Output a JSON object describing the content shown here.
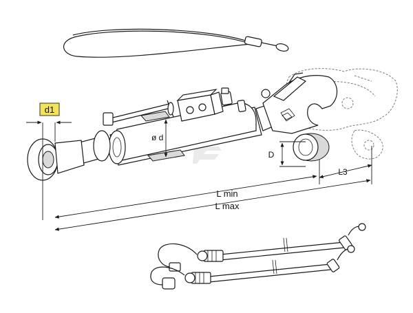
{
  "diagram": {
    "labels": {
      "d1": "d1",
      "bore": "ø d",
      "D": "D",
      "L3": "L3",
      "L_min": "L min",
      "L_max": "L max"
    },
    "colors": {
      "highlight_fill": "#f2e35a",
      "highlight_stroke": "#333333",
      "line": "#1a1a1a",
      "ghost": "#7a7a7a",
      "watermark": "#e6e6e6"
    }
  }
}
